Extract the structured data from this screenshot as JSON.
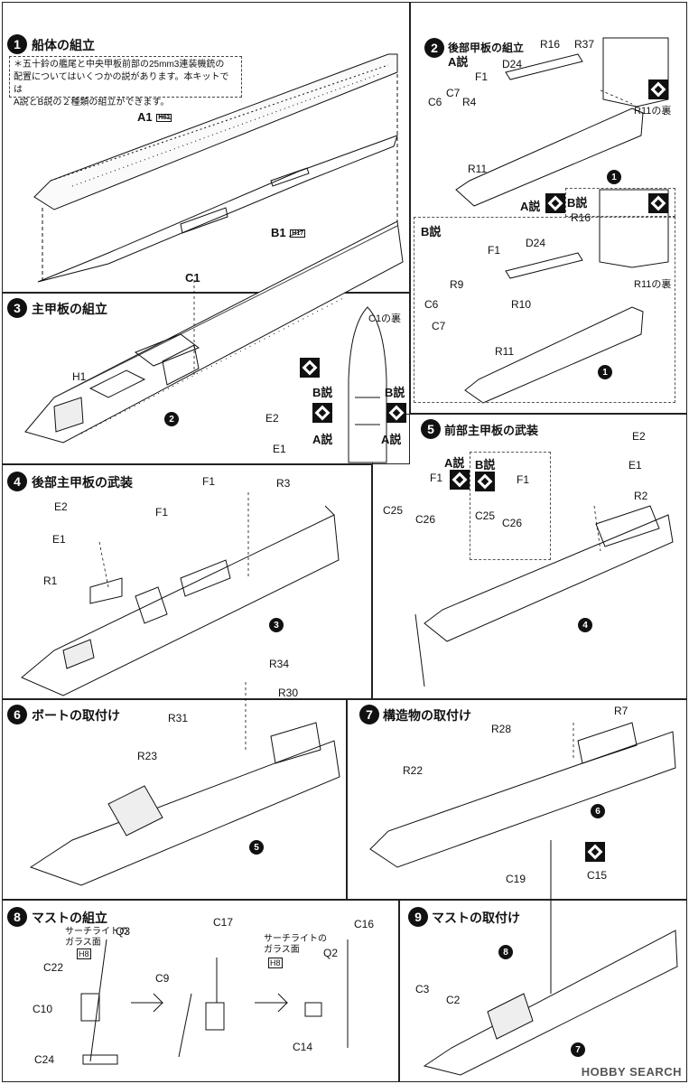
{
  "steps": [
    {
      "num": "1",
      "title": "船体の組立"
    },
    {
      "num": "2",
      "title": "後部甲板の組立"
    },
    {
      "num": "3",
      "title": "主甲板の組立"
    },
    {
      "num": "4",
      "title": "後部主甲板の武装"
    },
    {
      "num": "5",
      "title": "前部主甲板の武装"
    },
    {
      "num": "6",
      "title": "ボートの取付け"
    },
    {
      "num": "7",
      "title": "構造物の取付け"
    },
    {
      "num": "8",
      "title": "マストの組立"
    },
    {
      "num": "9",
      "title": "マストの取付け"
    }
  ],
  "note": {
    "line1": "＊五十鈴の艦尾と中央甲板前部の25mm3連装機銃の",
    "line2": "配置についてはいくつかの説があります。本キットでは",
    "line3": "A説とB説の２種類の組立ができます。"
  },
  "variants": {
    "a": "A説",
    "b": "B説"
  },
  "parts": {
    "A1": "A1",
    "H83": "83",
    "B1": "B1",
    "H17": "17",
    "C1": "C1",
    "H1": "H1",
    "C1_back": "C1の裏",
    "D24": "D24",
    "F1": "F1",
    "R4": "R4",
    "C7": "C7",
    "C6": "C6",
    "R11": "R11",
    "R16": "R16",
    "R37": "R37",
    "R11_back": "R11の裏",
    "R9": "R9",
    "R10": "R10",
    "E2": "E2",
    "E1": "E1",
    "R3": "R3",
    "R1": "R1",
    "R2": "R2",
    "C25": "C25",
    "C26": "C26",
    "R34": "R34",
    "R31": "R31",
    "R30": "R30",
    "R23": "R23",
    "R7": "R7",
    "R28": "R28",
    "R22": "R22",
    "C19": "C19",
    "C15": "C15",
    "Q3": "Q3",
    "C22": "C22",
    "C10": "C10",
    "C24": "C24",
    "C9": "C9",
    "C17": "C17",
    "Q2": "Q2",
    "C16": "C16",
    "C14": "C14",
    "C3": "C3",
    "C2": "C2",
    "H8": "8"
  },
  "searchlight": {
    "line1": "サーチライトの",
    "line2": "ガラス面"
  },
  "step_refs": {
    "s2": "2",
    "s1": "1",
    "s3": "3",
    "s5": "5",
    "s6": "6",
    "s7": "7",
    "s8": "8",
    "s4": "4"
  },
  "watermark": "HOBBY SEARCH"
}
